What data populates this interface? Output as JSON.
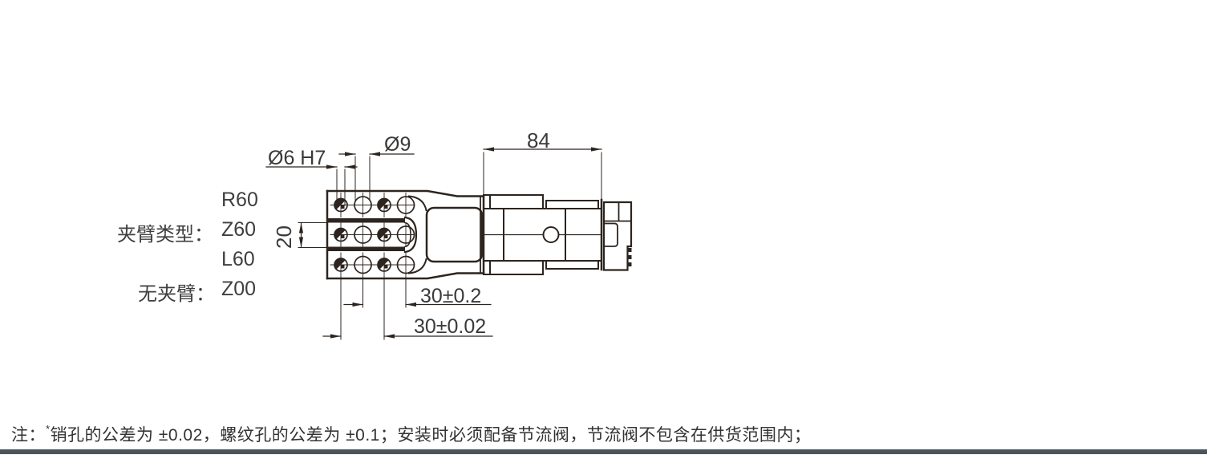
{
  "drawing": {
    "dimensions": {
      "pin_hole": "Ø6 H7",
      "thread_hole": "Ø9",
      "body_length": "84",
      "arm_thickness": "20",
      "hole_spacing_coarse": "30±0.2",
      "hole_spacing_fine": "30±0.02"
    },
    "arm_type_label": "夹臂类型：",
    "arm_types": [
      "R60",
      "Z60",
      "L60"
    ],
    "no_arm_label": "无夹臂：",
    "no_arm_code": "Z00"
  },
  "note": {
    "prefix": "注：",
    "superscript": "*",
    "text": "销孔的公差为 ±0.02，螺纹孔的公差为 ±0.1；安装时必须配备节流阀，节流阀不包含在供货范围内；"
  },
  "colors": {
    "line": "#2d241f",
    "text": "#3f3f3f",
    "divider": "#4c555a"
  }
}
